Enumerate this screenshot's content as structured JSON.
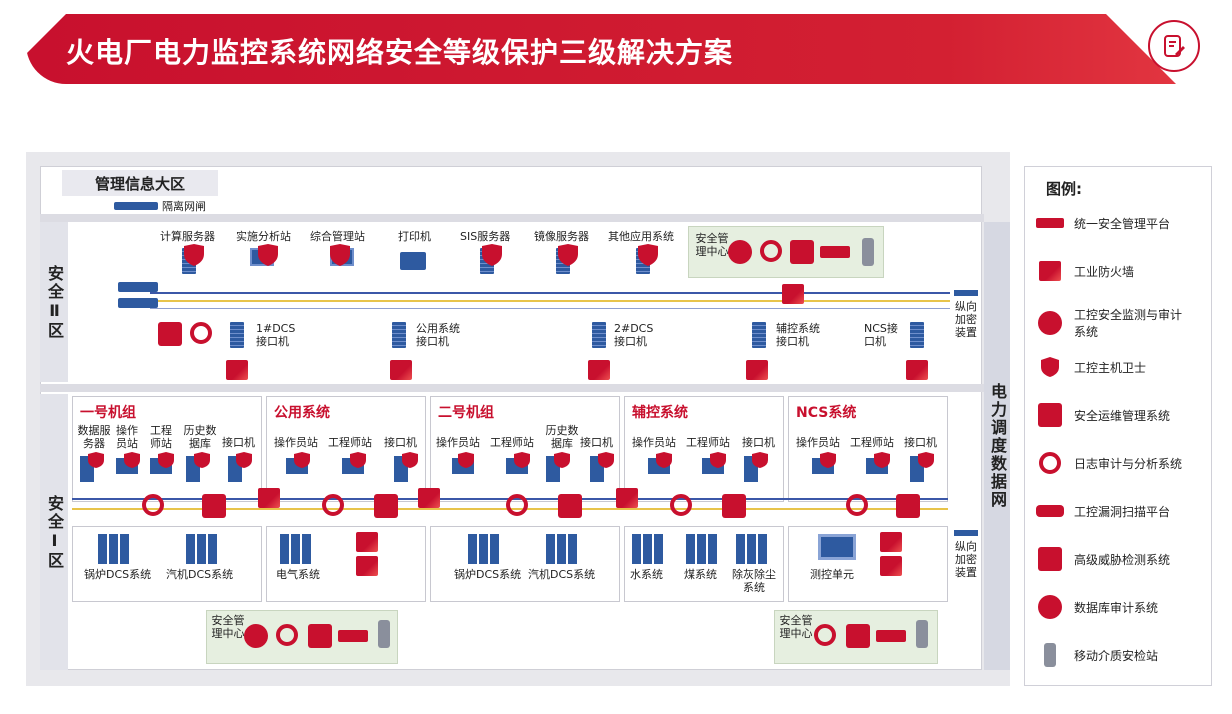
{
  "banner": {
    "title": "火电厂电力监控系统网络安全等级保护三级解决方案"
  },
  "zones": {
    "mgmt": "管理信息大区",
    "gatekeeper": "隔离网闸",
    "zone2": "安全Ⅱ区",
    "zone1": "安全Ⅰ区",
    "power_net": "电力调度数据网",
    "vertical_top": "纵向加密装置",
    "vertical_bottom": "纵向加密装置"
  },
  "zone2_devices": [
    "计算服务器",
    "实施分析站",
    "综合管理站",
    "打印机",
    "SIS服务器",
    "镜像服务器",
    "其他应用系统"
  ],
  "zone2_interfaces": [
    "1#DCS接口机",
    "公用系统接口机",
    "2#DCS接口机",
    "辅控系统接口机",
    "NCS接口机"
  ],
  "smc_top": "安全管理中心",
  "subsystems": [
    {
      "title": "一号机组",
      "devices": [
        "数据服务器",
        "操作员站",
        "工程师站",
        "历史数据库",
        "接口机"
      ],
      "lower": [
        "锅炉DCS系统",
        "汽机DCS系统"
      ]
    },
    {
      "title": "公用系统",
      "devices": [
        "操作员站",
        "工程师站",
        "接口机"
      ],
      "lower": [
        "电气系统"
      ]
    },
    {
      "title": "二号机组",
      "devices": [
        "操作员站",
        "工程师站",
        "历史数据库",
        "接口机"
      ],
      "lower": [
        "锅炉DCS系统",
        "汽机DCS系统"
      ]
    },
    {
      "title": "辅控系统",
      "devices": [
        "操作员站",
        "工程师站",
        "接口机"
      ],
      "lower": [
        "水系统",
        "煤系统",
        "除灰除尘系统"
      ]
    },
    {
      "title": "NCS系统",
      "devices": [
        "操作员站",
        "工程师站",
        "接口机"
      ],
      "lower": [
        "测控单元"
      ]
    }
  ],
  "smc_bottom_left": "安全管理中心",
  "smc_bottom_right": "安全管理中心",
  "legend": {
    "title": "图例:",
    "items": [
      "统一安全管理平台",
      "工业防火墙",
      "工控安全监测与审计系统",
      "工控主机卫士",
      "安全运维管理系统",
      "日志审计与分析系统",
      "工控漏洞扫描平台",
      "高级威胁检测系统",
      "数据库审计系统",
      "移动介质安检站"
    ]
  },
  "colors": {
    "brand_red": "#c8102e",
    "device_blue": "#2e5aa0",
    "bus_blue": "#3b57a8",
    "bus_yellow": "#e8c44a"
  }
}
